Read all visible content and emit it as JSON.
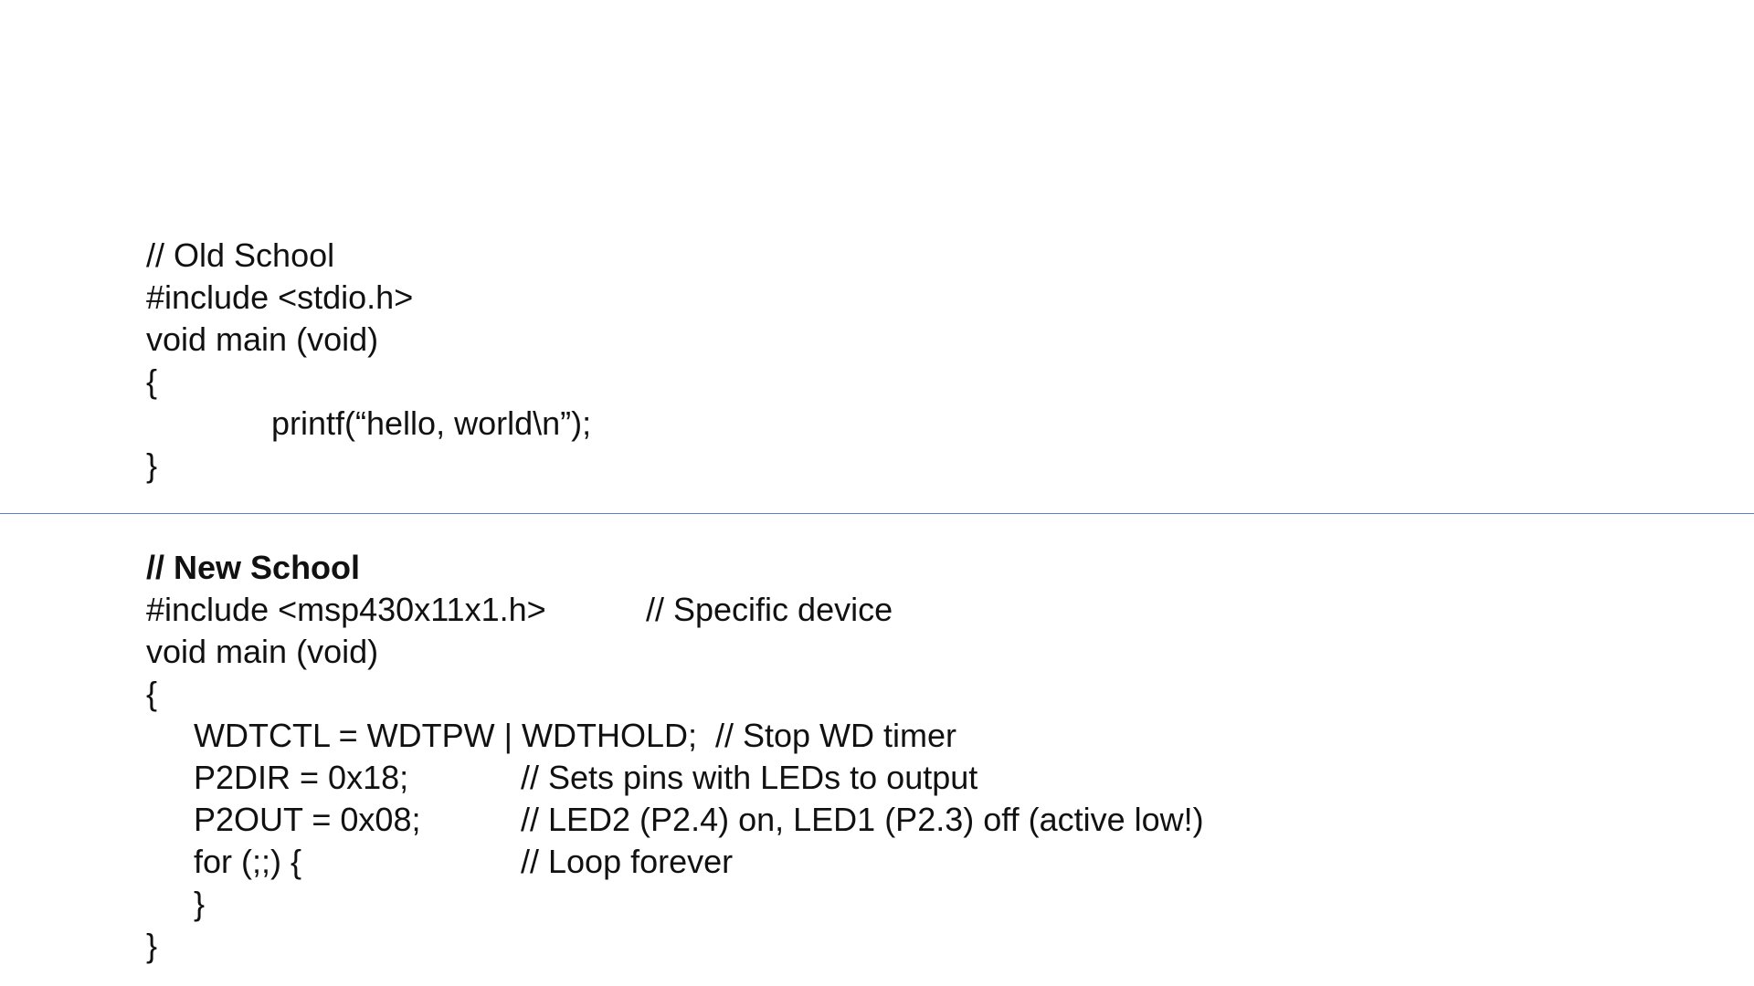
{
  "old_school": {
    "comment": "// Old School",
    "include": "#include <stdio.h>",
    "main_sig": "void main (void)",
    "open_brace": "{",
    "printf_line": "printf(“hello, world\\n”);",
    "close_brace": "}"
  },
  "new_school": {
    "comment": "// New School",
    "include": "#include <msp430x11x1.h>",
    "include_comment": "// Specific device",
    "main_sig": "void main (void)",
    "open_brace": "{",
    "wdt_line": "WDTCTL = WDTPW | WDTHOLD;  // Stop WD timer",
    "p2dir_code": "P2DIR = 0x18;",
    "p2dir_comment": "// Sets pins with LEDs to output",
    "p2out_code": "P2OUT = 0x08;",
    "p2out_comment": "// LED2 (P2.4) on, LED1 (P2.3) off (active low!)",
    "for_code": "for (;;) {",
    "for_comment": "// Loop forever",
    "inner_close": "}",
    "close_brace": "}"
  },
  "colors": {
    "divider": "#5b7fcb",
    "text": "#111111"
  }
}
